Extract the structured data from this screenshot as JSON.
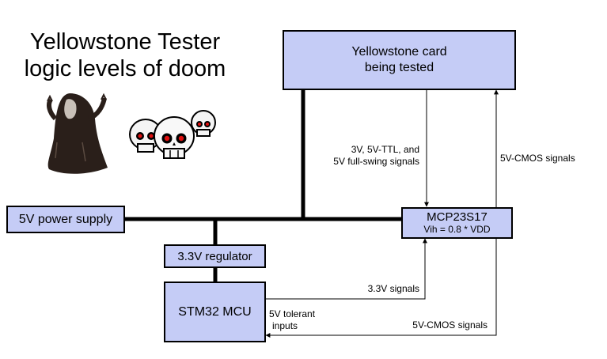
{
  "title": {
    "line1": "Yellowstone Tester",
    "line2": "logic levels of doom"
  },
  "boxes": {
    "card": {
      "line1": "Yellowstone card",
      "line2": "being tested"
    },
    "mcp": {
      "line1": "MCP23S17",
      "line2": "Vih = 0.8 * VDD"
    },
    "power": {
      "label": "5V power supply"
    },
    "regulator": {
      "label": "3.3V regulator"
    },
    "mcu": {
      "label": "STM32 MCU"
    }
  },
  "signals": {
    "card_to_mcp": [
      "3V, 5V-TTL, and",
      "5V full-swing signals"
    ],
    "mcp_to_card": "5V-CMOS signals",
    "mcu_to_mcp": "3.3V signals",
    "mcp_to_mcu": "5V-CMOS signals",
    "mcu_note": [
      "5V tolerant",
      "inputs"
    ]
  },
  "colors": {
    "box_fill": "#c5ccf6",
    "line": "#000000",
    "skull_eye": "#e01010",
    "reaper": "#2a1f1a"
  },
  "icons": [
    "grim-reaper-icon",
    "skulls-icon"
  ]
}
